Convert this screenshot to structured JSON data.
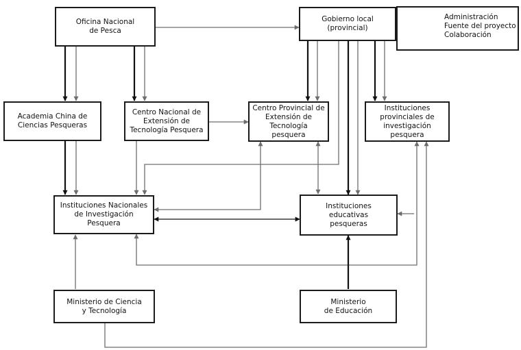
{
  "nodes": {
    "oficina": "Oficina Nacional\nde Pesca",
    "gobierno": "Gobierno local\n(provincial)",
    "academia": "Academia China de\nCiencias Pesqueras",
    "centro_nacional": "Centro Nacional de\nExtensión de\nTecnología Pesquera",
    "centro_provincial": "Centro Provincial de\nExtensión de\nTecnología pesquera",
    "inst_provinciales": "Instituciones\nprovinciales de\ninvestigación pesquera",
    "inst_nacionales": "Instituciones Nacionales\nde Investigación Pesquera",
    "inst_educativas": "Instituciones\neducativas\npesqueras",
    "min_ciencia": "Ministerio de  Ciencia\ny Tecnología",
    "min_educacion": "Ministerio\nde Educación"
  },
  "legend": {
    "administracion": "Administración",
    "fuente": "Fuente del proyecto",
    "colaboracion": "Colaboración"
  },
  "colors": {
    "administracion": "#111111",
    "fuente": "#6e6e6e",
    "colaboracion": "#111111"
  }
}
